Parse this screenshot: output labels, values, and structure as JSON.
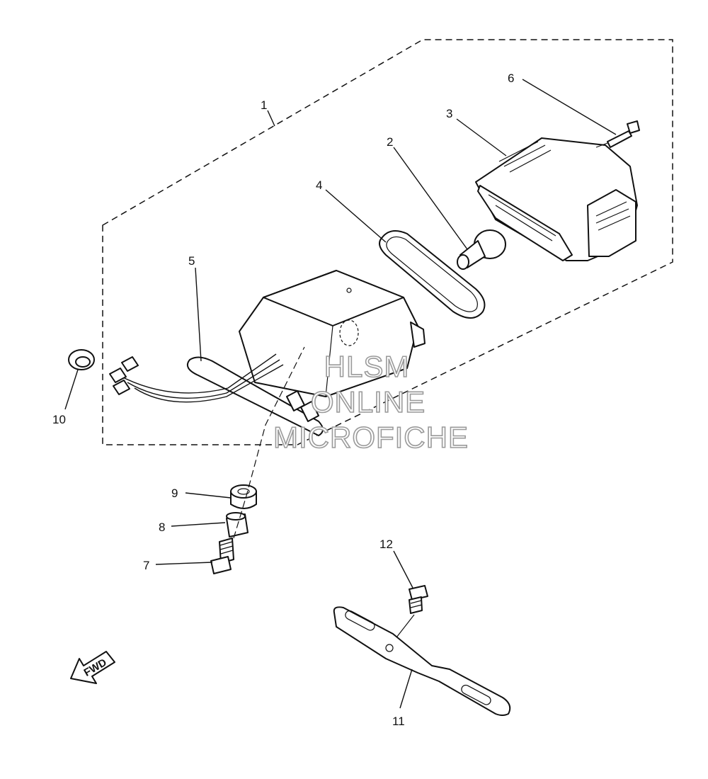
{
  "diagram": {
    "callouts": [
      "1",
      "2",
      "3",
      "4",
      "5",
      "6",
      "7",
      "8",
      "9",
      "10",
      "11",
      "12"
    ],
    "direction_label": "FWD",
    "watermark": [
      "HLSM",
      "ONLINE",
      "MICROFICHE"
    ]
  }
}
